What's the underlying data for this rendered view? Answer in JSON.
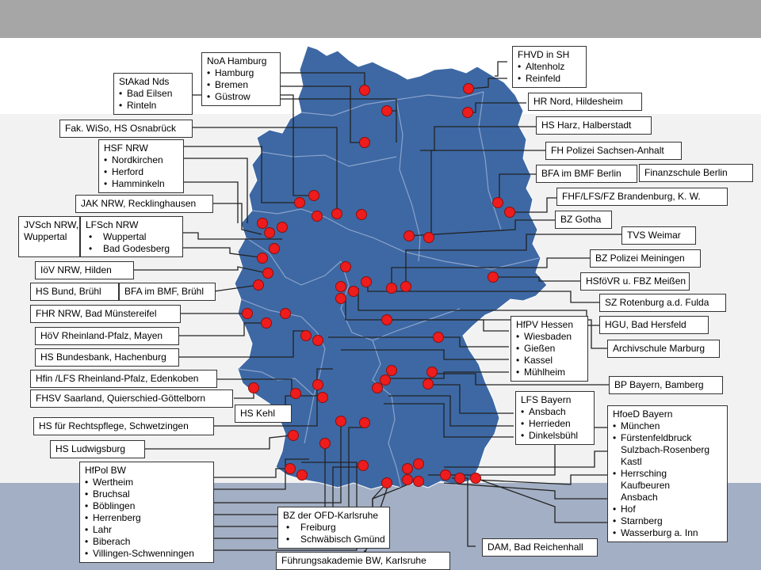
{
  "colors": {
    "map": "#3d68a4",
    "border": "#7f97c2",
    "dot": "#ee1c1c",
    "line": "#222222"
  },
  "labels": {
    "noa": {
      "title": "NoA Hamburg",
      "items": [
        "Hamburg",
        "Bremen",
        "Güstrow"
      ]
    },
    "stakad": {
      "title": "StAkad Nds",
      "items": [
        "Bad Eilsen",
        "Rinteln"
      ]
    },
    "fhvd": {
      "title": "FHVD  in SH",
      "items": [
        "Altenholz",
        "Reinfeld"
      ]
    },
    "hrnord": "HR Nord,  Hildesheim",
    "fakwiso": "Fak. WiSo, HS Osnabrück",
    "hsharz": "HS Harz,  Halberstadt",
    "hsf": {
      "title": "HSF NRW",
      "items": [
        "Nordkirchen",
        "Herford",
        "Hamminkeln"
      ]
    },
    "fhpol": "FH Polizei Sachsen-Anhalt",
    "bfaberlin": "BFA im BMF Berlin",
    "finanzberlin": "Finanzschule Berlin",
    "fhflfs": "FHF/LFS/FZ Brandenburg,  K. W.",
    "jak": "JAK NRW,  Recklinghausen",
    "bzgotha": "BZ Gotha",
    "jvsch": {
      "l1": "JVSch NRW,",
      "l2": "Wuppertal"
    },
    "lfsnrw": {
      "title": "LFSch NRW",
      "items": [
        "Wuppertal",
        "Bad Godesberg"
      ]
    },
    "tvs": "TVS Weimar",
    "iov": "IöV NRW,  Hilden",
    "bzpol": "BZ Polizei Meiningen",
    "hsbund": "HS Bund,  Brühl",
    "bfabruhl": "BFA im BMF,  Brühl",
    "hsfov": "HSföVR u. FBZ Meißen",
    "fhr": "FHR NRW, Bad Münstereifel",
    "szrot": "SZ Rotenburg  a.d. Fulda",
    "hfpv": {
      "title": "HfPV Hessen",
      "items": [
        "Wiesbaden",
        "Gießen",
        "Kassel",
        "Mühlheim"
      ]
    },
    "hgu": "HGU,  Bad Hersfeld",
    "hov": "HöV Rheinland-Pfalz,  Mayen",
    "archiv": "Archivschule Marburg",
    "hsbbank": "HS Bundesbank,  Hachenburg",
    "hfin": "Hfin /LFS Rheinland-Pfalz,  Edenkoben",
    "bpbayern": "BP Bayern,  Bamberg",
    "fhsv": "FHSV Saarland,  Quierschied-Göttelborn",
    "lfsbayern": {
      "title": "LFS Bayern",
      "items": [
        "Ansbach",
        "Herrieden",
        "Dinkelsbühl"
      ]
    },
    "hskehl": "HS Kehl",
    "hsrecht": "HS für Rechtspflege,  Schwetzingen",
    "hfoed": {
      "title": "HfoeD Bayern",
      "items": [
        {
          "b": true,
          "t": "München"
        },
        {
          "b": true,
          "t": "Fürstenfeldbruck"
        },
        {
          "b": false,
          "t": "Sulzbach-Rosenberg"
        },
        {
          "b": false,
          "t": "Kastl"
        },
        {
          "b": true,
          "t": "Herrsching"
        },
        {
          "b": false,
          "t": "Kaufbeuren"
        },
        {
          "b": false,
          "t": "Ansbach"
        },
        {
          "b": true,
          "t": "Hof"
        },
        {
          "b": true,
          "t": "Starnberg"
        },
        {
          "b": true,
          "t": "Wasserburg a. Inn"
        }
      ]
    },
    "hslb": "HS Ludwigsburg",
    "hfpolbw": {
      "title": "HfPol BW",
      "items": [
        "Wertheim",
        "Bruchsal",
        "Böblingen",
        "Herrenberg",
        "Lahr",
        "Biberach",
        "Villingen-Schwenningen"
      ]
    },
    "bzofd": {
      "title": "BZ der OFD-Karlsruhe",
      "items": [
        "Freiburg",
        "Schwäbisch Gmünd"
      ]
    },
    "dam": "DAM, Bad Reichenhall",
    "fuehr": "Führungsakademie BW, Karlsruhe"
  }
}
